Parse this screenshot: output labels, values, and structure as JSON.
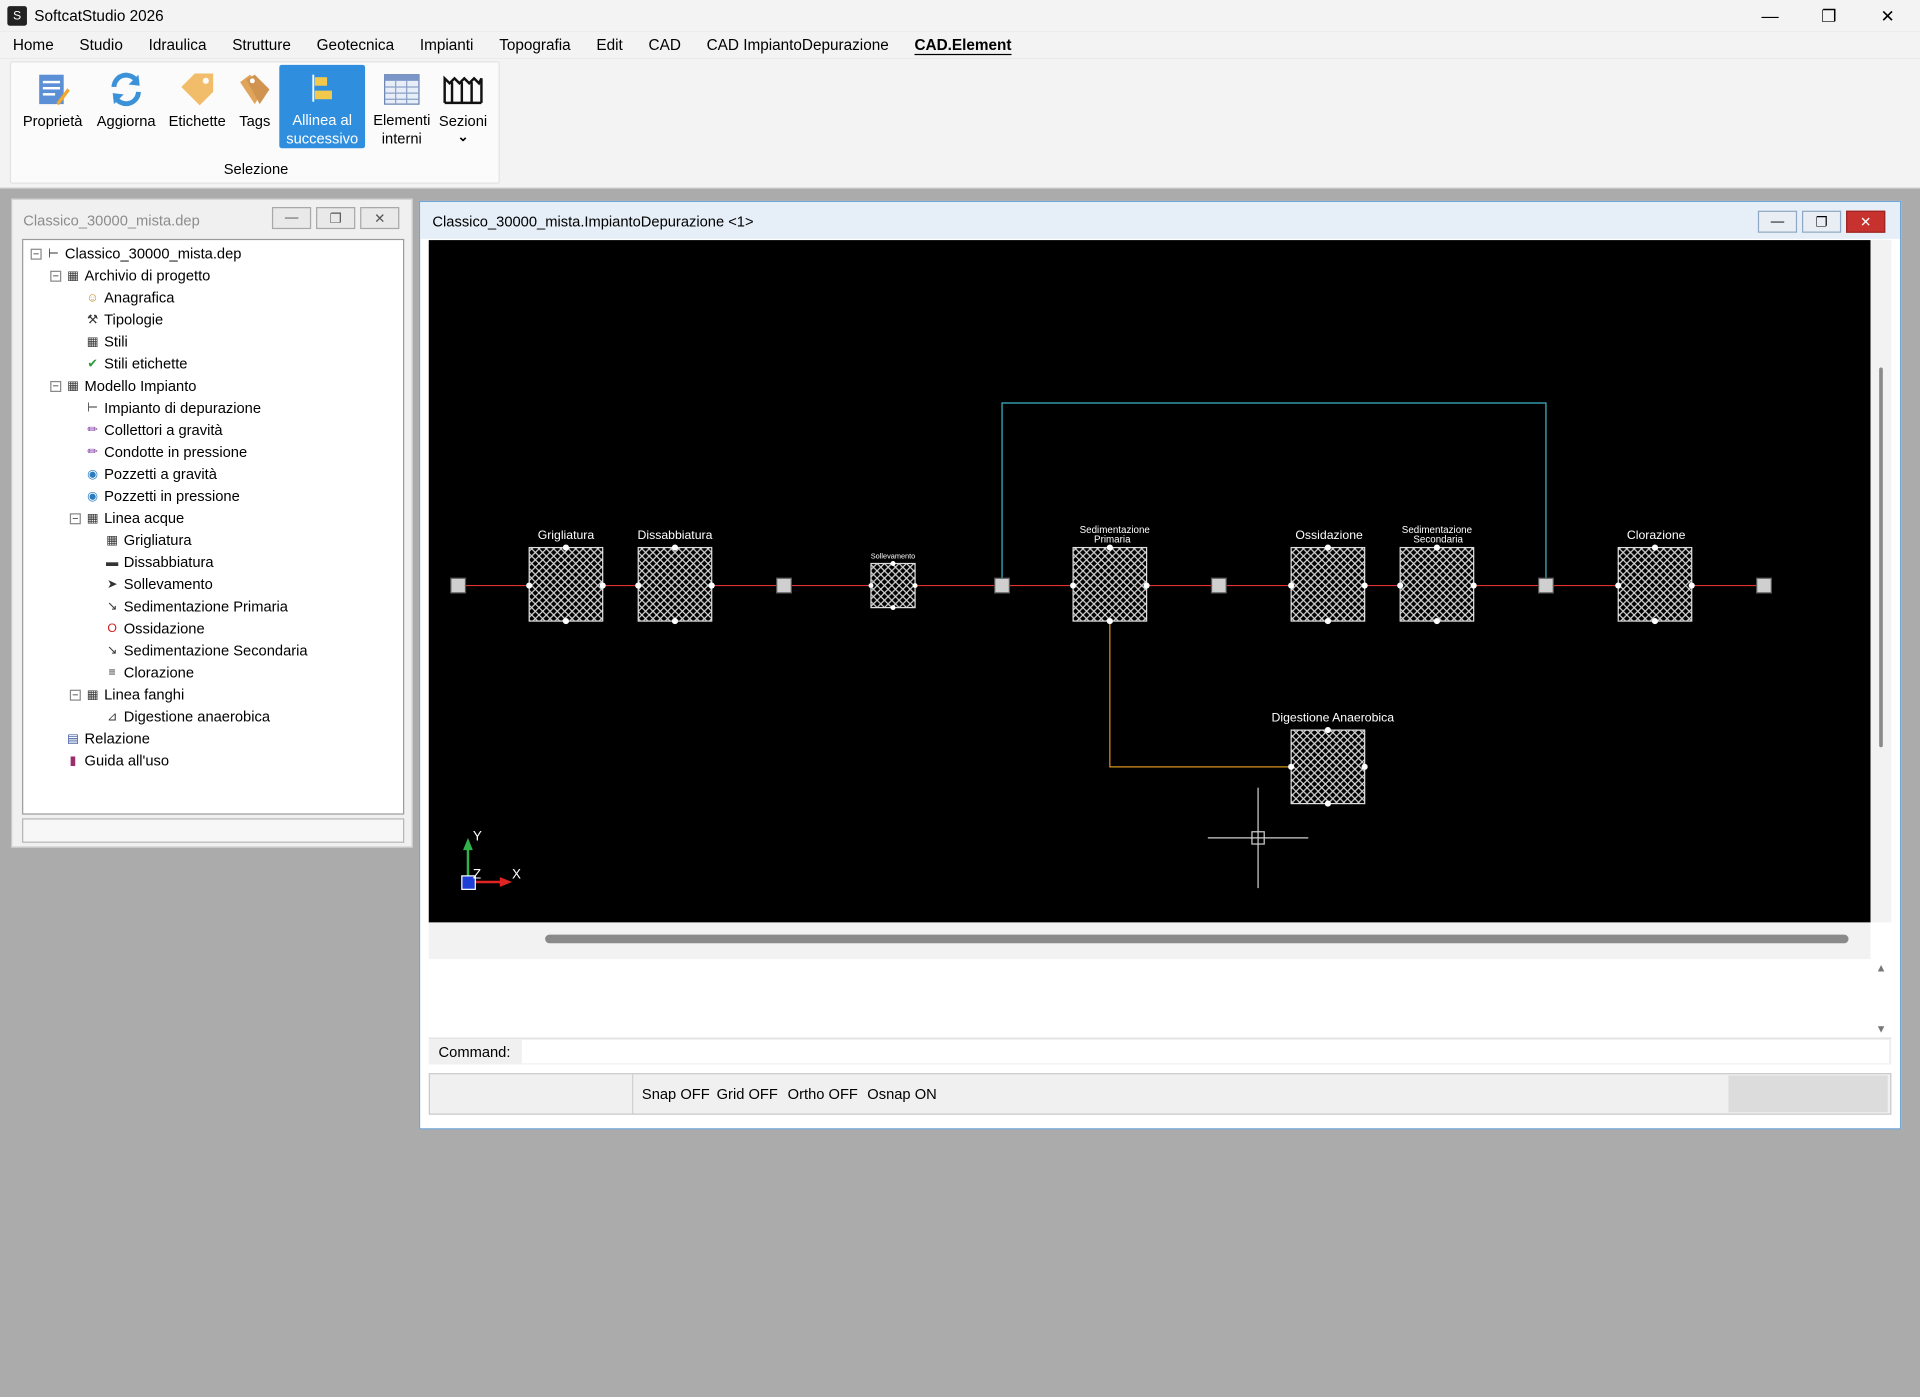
{
  "app": {
    "title": "SoftcatStudio 2026"
  },
  "menu": [
    "Home",
    "Studio",
    "Idraulica",
    "Strutture",
    "Geotecnica",
    "Impianti",
    "Topografia",
    "Edit",
    "CAD",
    "CAD ImpiantoDepurazione",
    "CAD.Element"
  ],
  "menu_active": "CAD.Element",
  "ribbon": {
    "group_label": "Selezione",
    "buttons": [
      {
        "label1": "Proprietà",
        "label2": "",
        "icon": "properties-icon"
      },
      {
        "label1": "Aggiorna",
        "label2": "",
        "icon": "refresh-icon"
      },
      {
        "label1": "Etichette",
        "label2": "",
        "icon": "label-tag-icon"
      },
      {
        "label1": "Tags",
        "label2": "",
        "icon": "tags-icon"
      },
      {
        "label1": "Allinea al",
        "label2": "successivo",
        "icon": "align-next-icon",
        "selected": true
      },
      {
        "label1": "Elementi",
        "label2": "interni",
        "icon": "table-icon"
      },
      {
        "label1": "Sezioni",
        "label2": "",
        "icon": "sections-icon",
        "dropdown": true
      }
    ]
  },
  "left_panel": {
    "title": "Classico_30000_mista.dep",
    "tree": [
      {
        "label": "Classico_30000_mista.dep",
        "level": 0,
        "expander": "−",
        "icon": "plant-icon"
      },
      {
        "label": "Archivio di progetto",
        "level": 1,
        "expander": "−",
        "icon": "archive-icon"
      },
      {
        "label": "Anagrafica",
        "level": 2,
        "icon": "people-icon"
      },
      {
        "label": "Tipologie",
        "level": 2,
        "icon": "tools-icon"
      },
      {
        "label": "Stili",
        "level": 2,
        "icon": "styles-icon"
      },
      {
        "label": "Stili etichette",
        "level": 2,
        "icon": "label-styles-icon"
      },
      {
        "label": "Modello Impianto",
        "level": 1,
        "expander": "−",
        "icon": "model-icon"
      },
      {
        "label": "Impianto di depurazione",
        "level": 2,
        "icon": "plant-icon"
      },
      {
        "label": "Collettori a gravità",
        "level": 2,
        "icon": "pipe-icon"
      },
      {
        "label": "Condotte in pressione",
        "level": 2,
        "icon": "pipe-icon"
      },
      {
        "label": "Pozzetti a gravità",
        "level": 2,
        "icon": "manhole-icon"
      },
      {
        "label": "Pozzetti in pressione",
        "level": 2,
        "icon": "manhole-icon"
      },
      {
        "label": "Linea acque",
        "level": 2,
        "expander": "−",
        "icon": "water-line-icon"
      },
      {
        "label": "Grigliatura",
        "level": 3,
        "icon": "grid-icon"
      },
      {
        "label": "Dissabbiatura",
        "level": 3,
        "icon": "sand-icon"
      },
      {
        "label": "Sollevamento",
        "level": 3,
        "icon": "pump-icon"
      },
      {
        "label": "Sedimentazione Primaria",
        "level": 3,
        "icon": "sediment-icon"
      },
      {
        "label": "Ossidazione",
        "level": 3,
        "icon": "oxygen-icon"
      },
      {
        "label": "Sedimentazione Secondaria",
        "level": 3,
        "icon": "sediment-icon"
      },
      {
        "label": "Clorazione",
        "level": 3,
        "icon": "chlorine-icon"
      },
      {
        "label": "Linea fanghi",
        "level": 2,
        "expander": "−",
        "icon": "sludge-line-icon"
      },
      {
        "label": "Digestione anaerobica",
        "level": 3,
        "icon": "digester-icon"
      },
      {
        "label": "Relazione",
        "level": 1,
        "icon": "report-icon"
      },
      {
        "label": "Guida all'uso",
        "level": 1,
        "icon": "book-icon"
      }
    ]
  },
  "cad_window": {
    "title": "Classico_30000_mista.ImpiantoDepurazione <1>",
    "nodes": {
      "grigliatura": "Grigliatura",
      "dissabbiatura": "Dissabbiatura",
      "sollevamento": "Sollevamento",
      "sed_primaria_1": "Sedimentazione",
      "sed_primaria_2": "Primaria",
      "ossidazione": "Ossidazione",
      "sed_secondaria_1": "Sedimentazione",
      "sed_secondaria_2": "Secondaria",
      "clorazione": "Clorazione",
      "digestione": "Digestione Anaerobica"
    },
    "axes": {
      "x": "X",
      "y": "Y",
      "z": "Z"
    },
    "colors": {
      "water_line": "#e03030",
      "recirculation": "#3fb7c9",
      "sludge": "#d8921c"
    },
    "command_label": "Command:",
    "status": [
      "Snap OFF",
      "Grid OFF",
      "Ortho OFF",
      "Osnap ON"
    ]
  }
}
